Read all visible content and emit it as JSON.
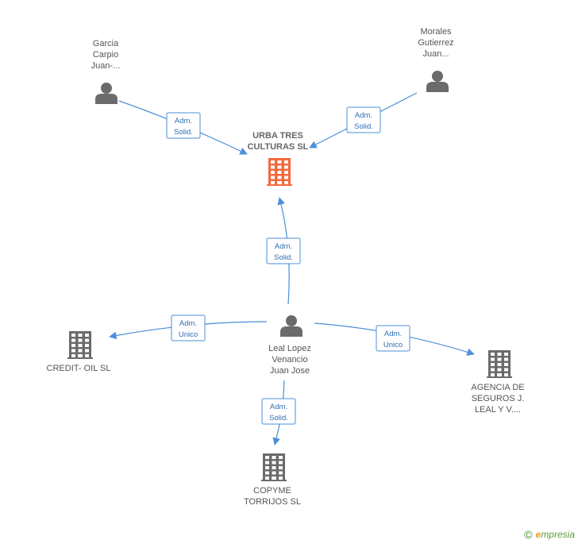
{
  "colors": {
    "main_company": "#f26a3a",
    "company": "#6b6b6b",
    "person": "#6b6b6b",
    "edge": "#4a8fd8"
  },
  "nodes": [
    {
      "id": "urba",
      "type": "company",
      "main": true,
      "lines": [
        "URBA TRES",
        "CULTURAS SL"
      ]
    },
    {
      "id": "garcia",
      "type": "person",
      "lines": [
        "Garcia",
        "Carpio",
        "Juan-..."
      ]
    },
    {
      "id": "morales",
      "type": "person",
      "lines": [
        "Morales",
        "Gutierrez",
        "Juan..."
      ]
    },
    {
      "id": "leal",
      "type": "person",
      "lines": [
        "Leal Lopez",
        "Venancio",
        "Juan Jose"
      ]
    },
    {
      "id": "credit",
      "type": "company",
      "lines": [
        "CREDIT- OIL  SL"
      ]
    },
    {
      "id": "agencia",
      "type": "company",
      "lines": [
        "AGENCIA DE",
        "SEGUROS J.",
        "LEAL Y V...."
      ]
    },
    {
      "id": "copyme",
      "type": "company",
      "lines": [
        "COPYME",
        "TORRIJOS  SL"
      ]
    }
  ],
  "edges": [
    {
      "from": "garcia",
      "to": "urba",
      "label": [
        "Adm.",
        "Solid."
      ]
    },
    {
      "from": "morales",
      "to": "urba",
      "label": [
        "Adm.",
        "Solid."
      ]
    },
    {
      "from": "leal",
      "to": "urba",
      "label": [
        "Adm.",
        "Solid."
      ]
    },
    {
      "from": "leal",
      "to": "credit",
      "label": [
        "Adm.",
        "Unico"
      ]
    },
    {
      "from": "leal",
      "to": "agencia",
      "label": [
        "Adm.",
        "Unico"
      ]
    },
    {
      "from": "leal",
      "to": "copyme",
      "label": [
        "Adm.",
        "Solid."
      ]
    }
  ],
  "watermark": {
    "copyright": "©",
    "brand_initial": "e",
    "brand_rest": "mpresia"
  }
}
